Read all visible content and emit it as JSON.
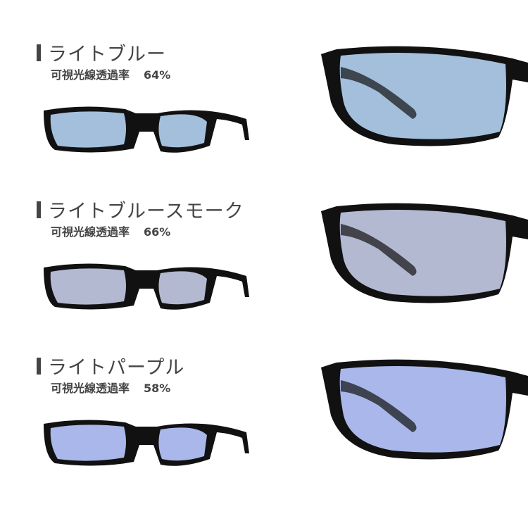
{
  "variants": [
    {
      "name": "ライトブルー",
      "label": "可視光線透過率",
      "transmittance": "64%",
      "lens_color": "#a3bfdc"
    },
    {
      "name": "ライトブルースモーク",
      "label": "可視光線透過率",
      "transmittance": "66%",
      "lens_color": "#b4b9d2"
    },
    {
      "name": "ライトパープル",
      "label": "可視光線透過率",
      "transmittance": "58%",
      "lens_color": "#a9b7ea"
    }
  ]
}
